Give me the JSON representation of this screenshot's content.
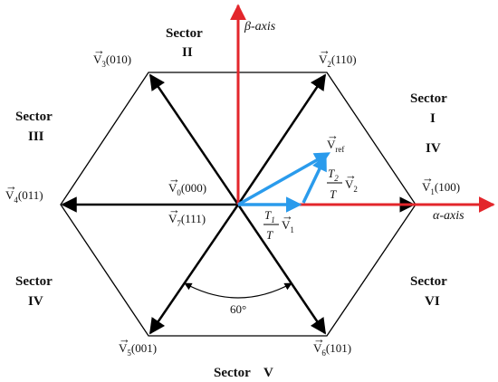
{
  "colors": {
    "axis": "#e3262b",
    "active_vector": "#2a9bec",
    "vector": "#000000",
    "hexagon": "#000000"
  },
  "axes": {
    "alpha_label": "α-axis",
    "beta_label": "β-axis"
  },
  "sectors": [
    {
      "word": "Sector",
      "numeral": "I"
    },
    {
      "word": "Sector",
      "numeral": "II"
    },
    {
      "word": "Sector",
      "numeral": "III"
    },
    {
      "word": "Sector",
      "numeral": "IV"
    },
    {
      "word": "Sector",
      "numeral": "V"
    },
    {
      "word": "Sector",
      "numeral": "VI"
    }
  ],
  "sector_extra_numeral": "IV",
  "vectors": [
    {
      "name": "V",
      "sub": "1",
      "state": "(100)"
    },
    {
      "name": "V",
      "sub": "2",
      "state": "(110)"
    },
    {
      "name": "V",
      "sub": "3",
      "state": "(010)"
    },
    {
      "name": "V",
      "sub": "4",
      "state": "(011)"
    },
    {
      "name": "V",
      "sub": "5",
      "state": "(001)"
    },
    {
      "name": "V",
      "sub": "6",
      "state": "(101)"
    },
    {
      "name": "V",
      "sub": "0",
      "state": "(000)"
    },
    {
      "name": "V",
      "sub": "7",
      "state": "(111)"
    }
  ],
  "reference": {
    "name": "V",
    "sub": "ref"
  },
  "components": {
    "t1": {
      "num": "T",
      "num_sub": "1",
      "den": "T",
      "vec": "V",
      "vec_sub": "1"
    },
    "t2": {
      "num": "T",
      "num_sub": "2",
      "den": "T",
      "vec": "V",
      "vec_sub": "2"
    }
  },
  "angle_label": "60°"
}
